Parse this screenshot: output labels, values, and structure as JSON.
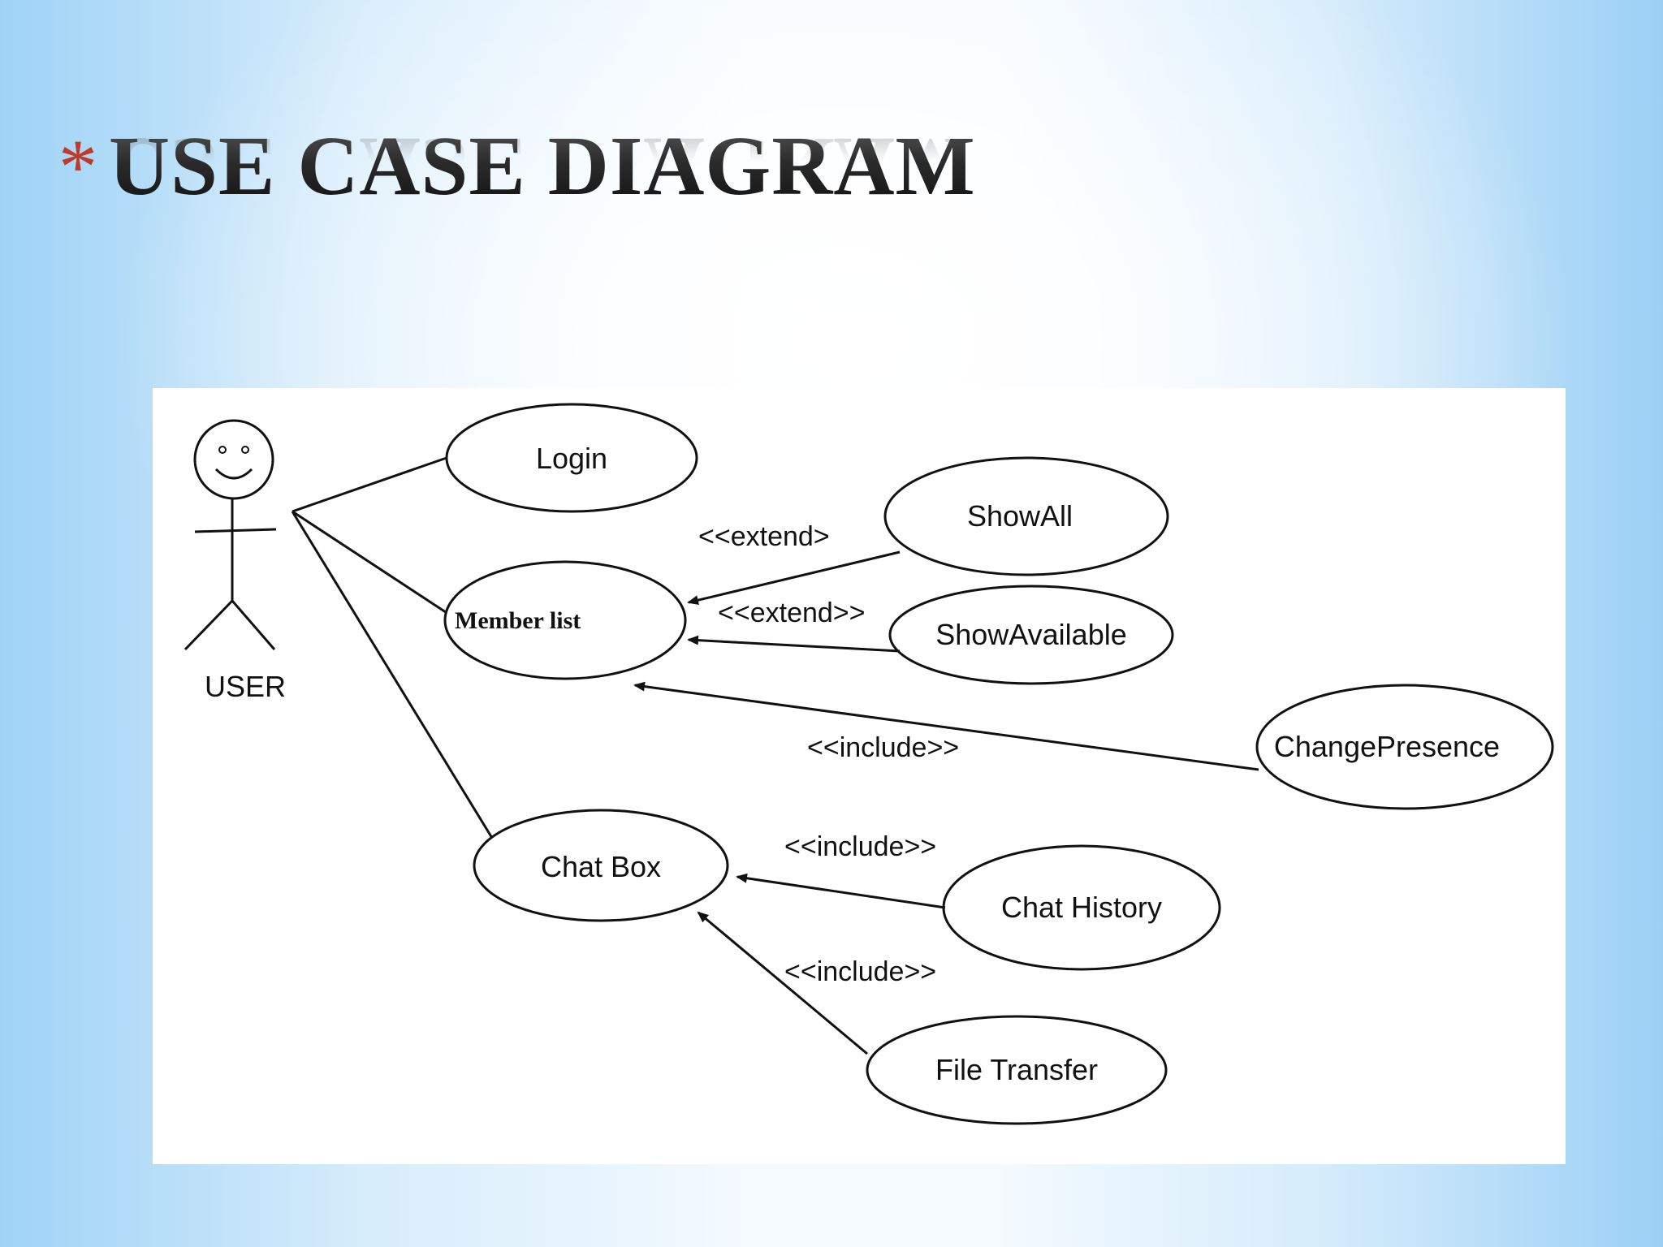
{
  "slide": {
    "bullet": "*",
    "title": "USE CASE DIAGRAM"
  },
  "diagram": {
    "actor": {
      "label": "USER"
    },
    "use_cases": {
      "login": "Login",
      "member_list": "Member list",
      "show_all": "ShowAll",
      "show_available": "ShowAvailable",
      "change_presence": "ChangePresence",
      "chat_box": "Chat Box",
      "chat_history": "Chat History",
      "file_transfer": "File Transfer"
    },
    "relations": {
      "extend_show_all": "<<extend>",
      "extend_show_available": "<<extend>>",
      "include_change_presence": "<<include>>",
      "include_chat_history": "<<include>>",
      "include_file_transfer": "<<include>>"
    },
    "colors": {
      "stroke": "#111111",
      "title_accent": "#c0392b"
    }
  }
}
